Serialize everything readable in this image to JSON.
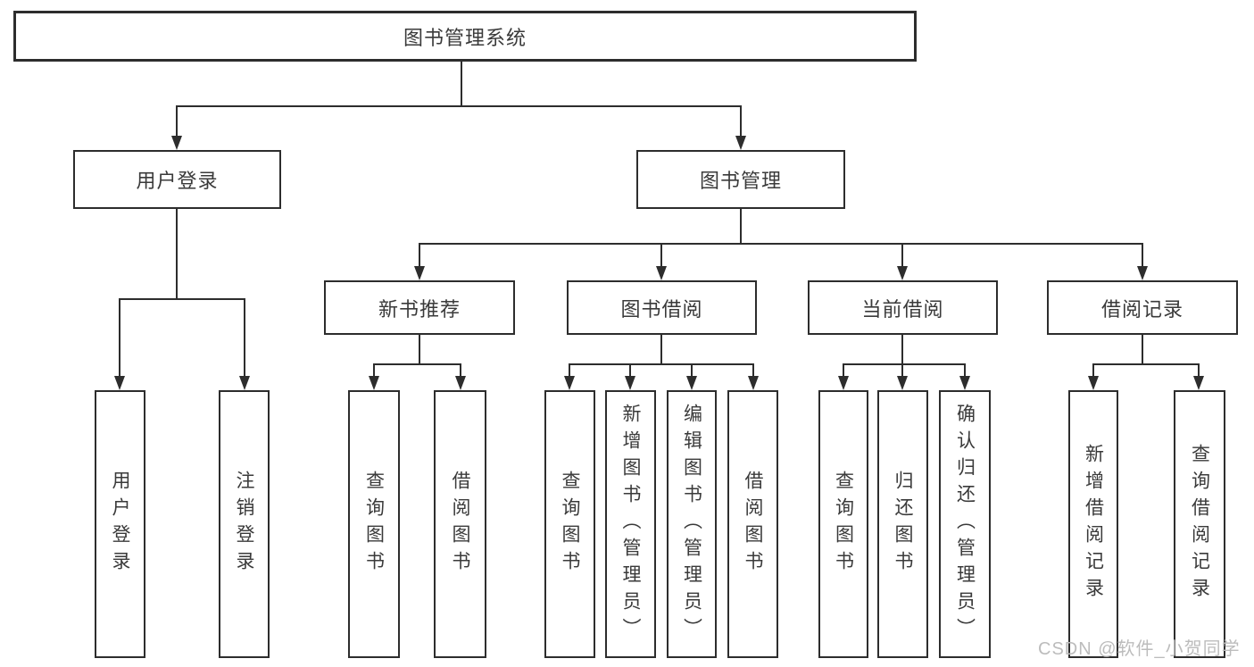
{
  "diagram": {
    "root": {
      "label": "图书管理系统"
    },
    "branches": [
      {
        "label": "用户登录",
        "children": [
          {
            "label": "用户登录"
          },
          {
            "label": "注销登录"
          }
        ]
      },
      {
        "label": "图书管理",
        "sections": [
          {
            "label": "新书推荐",
            "children": [
              {
                "label": "查询图书"
              },
              {
                "label": "借阅图书"
              }
            ]
          },
          {
            "label": "图书借阅",
            "children": [
              {
                "label": "查询图书"
              },
              {
                "label": "新增图书（管理员）"
              },
              {
                "label": "编辑图书（管理员）"
              },
              {
                "label": "借阅图书"
              }
            ]
          },
          {
            "label": "当前借阅",
            "children": [
              {
                "label": "查询图书"
              },
              {
                "label": "归还图书"
              },
              {
                "label": "确认归还（管理员）"
              }
            ]
          },
          {
            "label": "借阅记录",
            "children": [
              {
                "label": "新增借阅记录"
              },
              {
                "label": "查询借阅记录"
              }
            ]
          }
        ]
      }
    ]
  },
  "watermark": {
    "text": "CSDN @软件_小贺同学"
  },
  "colors": {
    "line": "#2d2d2d",
    "text": "#3a3a3a",
    "watermark": "#bcbcbc",
    "background": "#ffffff"
  }
}
